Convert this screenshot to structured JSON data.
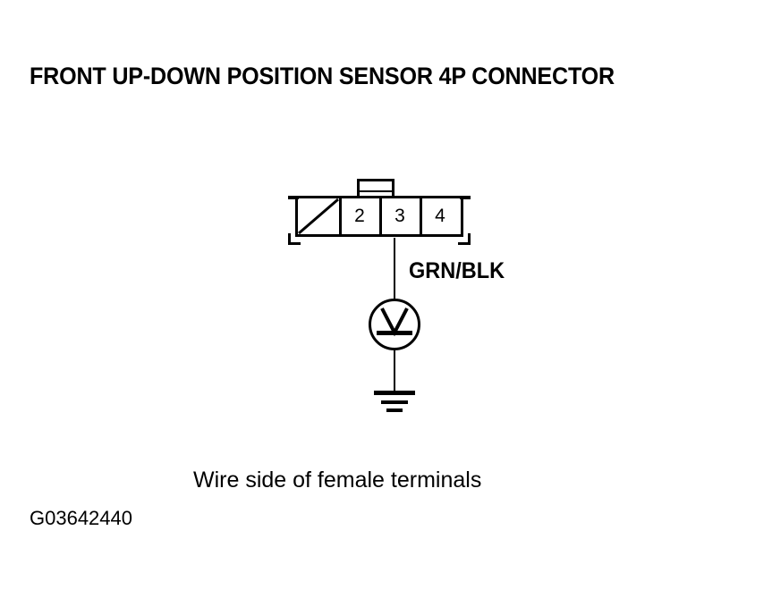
{
  "figure": {
    "title": "FRONT UP-DOWN POSITION SENSOR 4P CONNECTOR",
    "caption": "Wire side of female terminals",
    "id": "G03642440",
    "background_color": "#ffffff",
    "line_color": "#000000"
  },
  "connector": {
    "type": "4P connector",
    "cavities": [
      {
        "number": "",
        "label_visible": false,
        "state": "unused-slashed"
      },
      {
        "number": "2",
        "label_visible": true,
        "state": "terminal"
      },
      {
        "number": "3",
        "label_visible": true,
        "state": "terminal"
      },
      {
        "number": "4",
        "label_visible": true,
        "state": "terminal"
      }
    ],
    "latch_tab": "top-center"
  },
  "wiring": {
    "wire_color": "GRN/BLK",
    "source_cavity": "3"
  },
  "instrument": {
    "symbol": "voltmeter",
    "glyph": "V"
  },
  "ground": {
    "symbol": "chassis-ground",
    "bar_count": 3
  }
}
